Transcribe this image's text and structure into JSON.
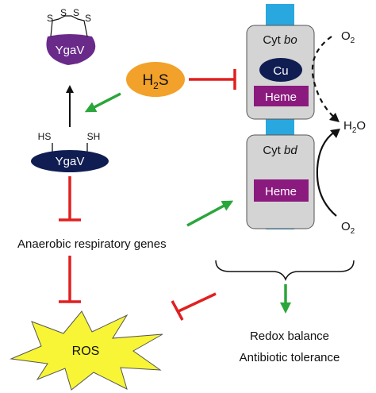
{
  "labels": {
    "ygav_oxidized": "YgaV",
    "ygav_reduced": "YgaV",
    "s1": "S",
    "s2": "S",
    "s3": "S",
    "s4": "S",
    "hs": "HS",
    "sh": "SH",
    "h2s_main": "H",
    "h2s_sub": "2",
    "h2s_s": "S",
    "cyt_bo_prefix": "Cyt ",
    "cyt_bo_italic": "bo",
    "cu": "Cu",
    "heme_bo": "Heme",
    "cyt_bd_prefix": "Cyt ",
    "cyt_bd_italic": "bd",
    "heme_bd": "Heme",
    "o2_top_main": "O",
    "o2_top_sub": "2",
    "o2_bottom_main": "O",
    "o2_bottom_sub": "2",
    "h2o_h": "H",
    "h2o_sub": "2",
    "h2o_o": "O",
    "anaerobic_genes": "Anaerobic respiratory genes",
    "ros": "ROS",
    "outcome_1": "Redox balance",
    "outcome_2": "Antibiotic tolerance"
  },
  "colors": {
    "ygav_oxidized": "#6a2a8a",
    "ygav_reduced": "#101d52",
    "h2s": "#f2a12a",
    "membrane": "#29a8e0",
    "cyt_box": "#d4d4d4",
    "cu": "#101d52",
    "heme": "#8b1a7e",
    "ros": "#f7f536",
    "inhibit": "#e02020",
    "activate": "#2aa63a"
  }
}
